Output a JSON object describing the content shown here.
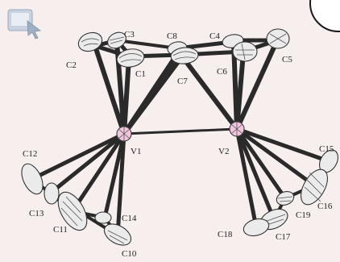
{
  "atoms": {
    "C1": "C1",
    "C2": "C2",
    "C3": "C3",
    "C4": "C4",
    "C5": "C5",
    "C6": "C6",
    "C7": "C7",
    "C8": "C8",
    "C10": "C10",
    "C11": "C11",
    "C12": "C12",
    "C13": "C13",
    "C14": "C14",
    "C15": "C15",
    "C16": "C16",
    "C17": "C17",
    "C18": "C18",
    "C19": "C19",
    "V1": "V1",
    "V2": "V2"
  },
  "colors": {
    "background": "#f7eeee",
    "vanadium": "#f3c4de",
    "carbon": "#ebebeb",
    "bond": "#2a2a2a",
    "toolbar_icon": "#b9c7d6"
  },
  "icons": {
    "toolbar": "select-window-icon",
    "corner": "circle-button-icon"
  }
}
